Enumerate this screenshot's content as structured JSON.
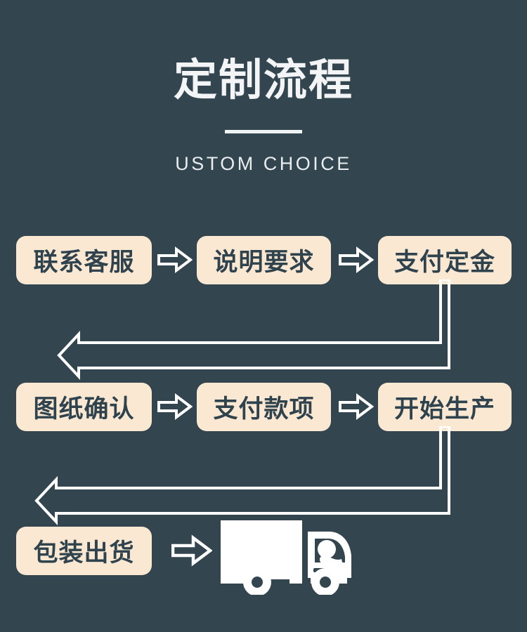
{
  "page": {
    "background_color": "#33454f",
    "box_color": "#fbe8d2",
    "text_color": "#2f434e",
    "line_color": "#ffffff"
  },
  "header": {
    "title": "定制流程",
    "subtitle": "USTOM  CHOICE",
    "divider": ""
  },
  "flow": {
    "rows": [
      {
        "steps": [
          {
            "label": "联系客服"
          },
          {
            "label": "说明要求"
          },
          {
            "label": "支付定金"
          }
        ]
      },
      {
        "steps": [
          {
            "label": "图纸确认"
          },
          {
            "label": "支付款项"
          },
          {
            "label": "开始生产"
          }
        ]
      },
      {
        "steps": [
          {
            "label": "包装出货"
          }
        ]
      }
    ],
    "inline_arrow_icon": "arrow-right-outline-icon",
    "wrap_arrow_icon": "arrow-wrap-down-left-outline-icon",
    "delivery_icon": "delivery-truck-icon"
  }
}
